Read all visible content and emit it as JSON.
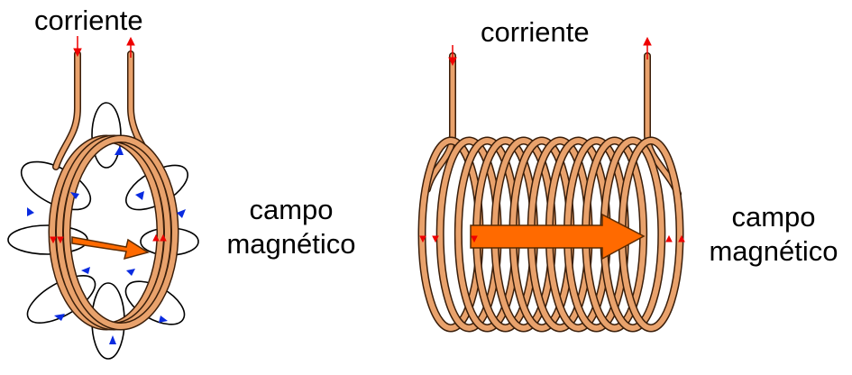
{
  "left_figure": {
    "current_label": "corriente",
    "field_label_line1": "campo",
    "field_label_line2": "magnético"
  },
  "right_figure": {
    "current_label": "corriente",
    "field_label_line1": "campo",
    "field_label_line2": "magnético"
  },
  "colors": {
    "wire_fill": "#E9A26C",
    "wire_outline": "#3a1e0a",
    "current_arrow": "#EE0000",
    "field_arrow": "#FF6A00",
    "field_line": "#000000",
    "field_line_arrow": "#0A2BE0"
  },
  "icons": {
    "field_arrow": "orange-arrow-icon",
    "current_arrow": "red-arrow-icon"
  }
}
